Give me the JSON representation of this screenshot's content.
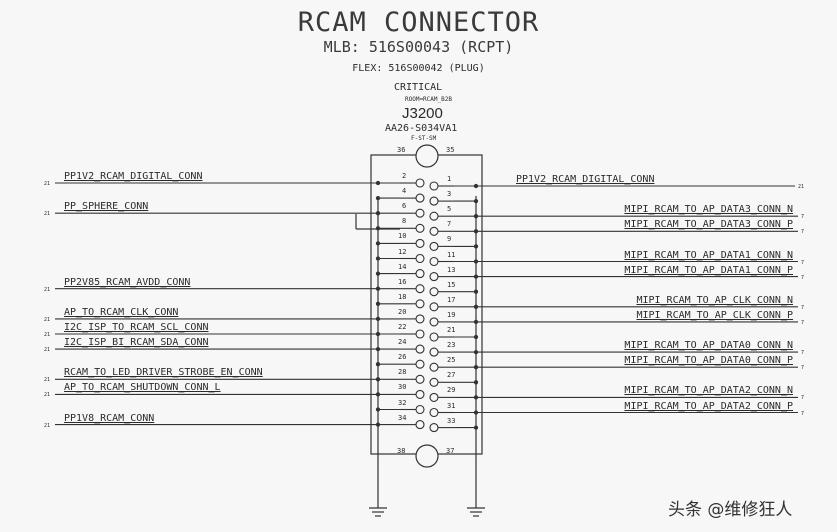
{
  "title": "RCAM CONNECTOR",
  "mlb": "MLB: 516S00043 (RCPT)",
  "flex": "FLEX: 516S00042 (PLUG)",
  "critical": "CRITICAL",
  "room": "ROOM=RCAM_B2B",
  "refdes": "J3200",
  "part": "AA26-S034VA1",
  "footprint": "F-ST-SM",
  "mount_pins": {
    "tl": "36",
    "tr": "35",
    "bl": "38",
    "br": "37"
  },
  "left_nets": [
    {
      "pin": "2",
      "name": "PP1V2_RCAM_DIGITAL_CONN",
      "page": "21"
    },
    {
      "pin": "6",
      "name": "PP_SPHERE_CONN",
      "page": "21"
    },
    {
      "pin": "16",
      "name": "PP2V85_RCAM_AVDD_CONN",
      "page": "21"
    },
    {
      "pin": "20",
      "name": "AP_TO_RCAM_CLK_CONN",
      "page": "21"
    },
    {
      "pin": "22",
      "name": "I2C_ISP_TO_RCAM_SCL_CONN",
      "page": "21"
    },
    {
      "pin": "24",
      "name": "I2C_ISP_BI_RCAM_SDA_CONN",
      "page": "21"
    },
    {
      "pin": "28",
      "name": "RCAM_TO_LED_DRIVER_STROBE_EN_CONN",
      "page": "21"
    },
    {
      "pin": "30",
      "name": "AP_TO_RCAM_SHUTDOWN_CONN_L",
      "page": "21"
    },
    {
      "pin": "34",
      "name": "PP1V8_RCAM_CONN",
      "page": "21"
    }
  ],
  "right_nets": [
    {
      "pin": "1",
      "name": "PP1V2_RCAM_DIGITAL_CONN",
      "page": "21"
    },
    {
      "pin": "5",
      "name": "MIPI_RCAM_TO_AP_DATA3_CONN_N",
      "page": "7"
    },
    {
      "pin": "7",
      "name": "MIPI_RCAM_TO_AP_DATA3_CONN_P",
      "page": "7"
    },
    {
      "pin": "11",
      "name": "MIPI_RCAM_TO_AP_DATA1_CONN_N",
      "page": "7"
    },
    {
      "pin": "13",
      "name": "MIPI_RCAM_TO_AP_DATA1_CONN_P",
      "page": "7"
    },
    {
      "pin": "17",
      "name": "MIPI_RCAM_TO_AP_CLK_CONN_N",
      "page": "7"
    },
    {
      "pin": "19",
      "name": "MIPI_RCAM_TO_AP_CLK_CONN_P",
      "page": "7"
    },
    {
      "pin": "23",
      "name": "MIPI_RCAM_TO_AP_DATA0_CONN_N",
      "page": "7"
    },
    {
      "pin": "25",
      "name": "MIPI_RCAM_TO_AP_DATA0_CONN_P",
      "page": "7"
    },
    {
      "pin": "29",
      "name": "MIPI_RCAM_TO_AP_DATA2_CONN_N",
      "page": "7"
    },
    {
      "pin": "31",
      "name": "MIPI_RCAM_TO_AP_DATA2_CONN_P",
      "page": "7"
    }
  ],
  "even_pins": [
    "2",
    "4",
    "6",
    "8",
    "10",
    "12",
    "14",
    "16",
    "18",
    "20",
    "22",
    "24",
    "26",
    "28",
    "30",
    "32",
    "34"
  ],
  "odd_pins": [
    "1",
    "3",
    "5",
    "7",
    "9",
    "11",
    "13",
    "15",
    "17",
    "19",
    "21",
    "23",
    "25",
    "27",
    "29",
    "31",
    "33"
  ],
  "watermark": "头条 @维修狂人"
}
